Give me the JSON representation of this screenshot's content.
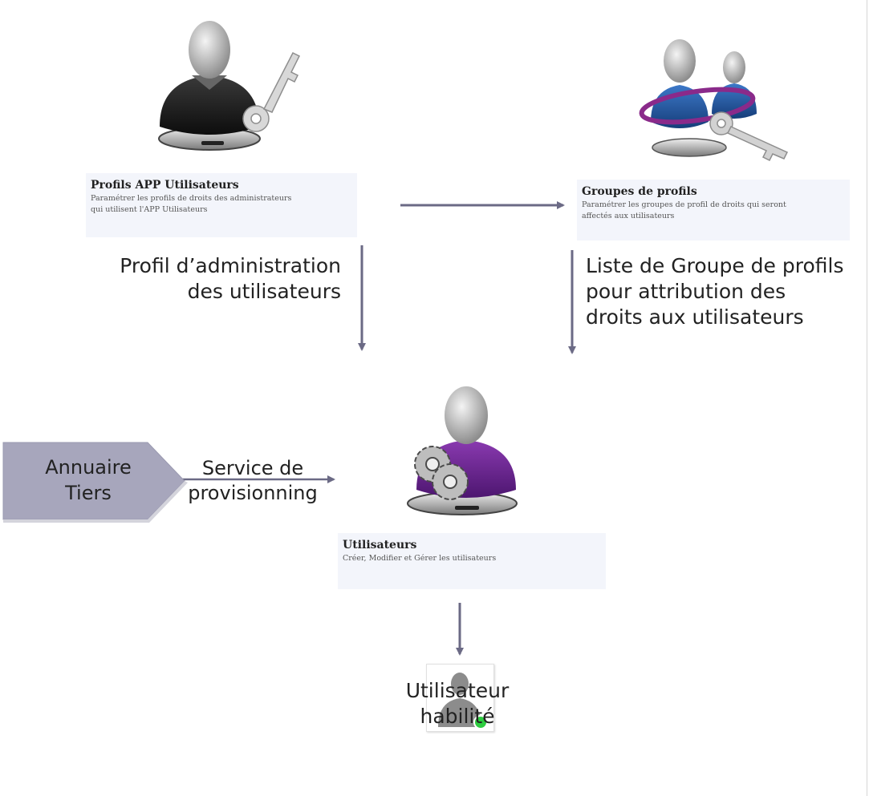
{
  "cards": {
    "profils": {
      "title": "Profils APP Utilisateurs",
      "desc_line1": "Paramétrer les profils de droits des administrateurs",
      "desc_line2": "qui utilisent l'APP Utilisateurs"
    },
    "groupes": {
      "title": "Groupes de profils",
      "desc_line1": "Paramétrer les groupes de profil de droits qui seront",
      "desc_line2": "affectés aux utilisateurs"
    },
    "utilisateurs": {
      "title": "Utilisateurs",
      "desc_line1": "Créer, Modifier et Gérer les utilisateurs"
    }
  },
  "labels": {
    "profil_admin_line1": "Profil d’administration",
    "profil_admin_line2": "des utilisateurs",
    "liste_groupes_line1": "Liste de Groupe de profils",
    "liste_groupes_line2": "pour attribution des",
    "liste_groupes_line3": "droits aux utilisateurs",
    "service_line1": "Service de",
    "service_line2": "provisionning",
    "utilisateur_line1": "Utilisateur",
    "utilisateur_line2": "habilité"
  },
  "annuaire": {
    "line1": "Annuaire",
    "line2": "Tiers"
  },
  "icons": {
    "admin": "admin-user-key-icon",
    "groups": "user-group-key-icon",
    "users": "user-gears-icon",
    "avatar": "user-online-avatar-icon"
  },
  "colors": {
    "arrow": "#6b6a85",
    "annuaire_fill": "#a7a6bc",
    "caption_bg": "#f3f5fb",
    "online": "#2ecc40"
  }
}
